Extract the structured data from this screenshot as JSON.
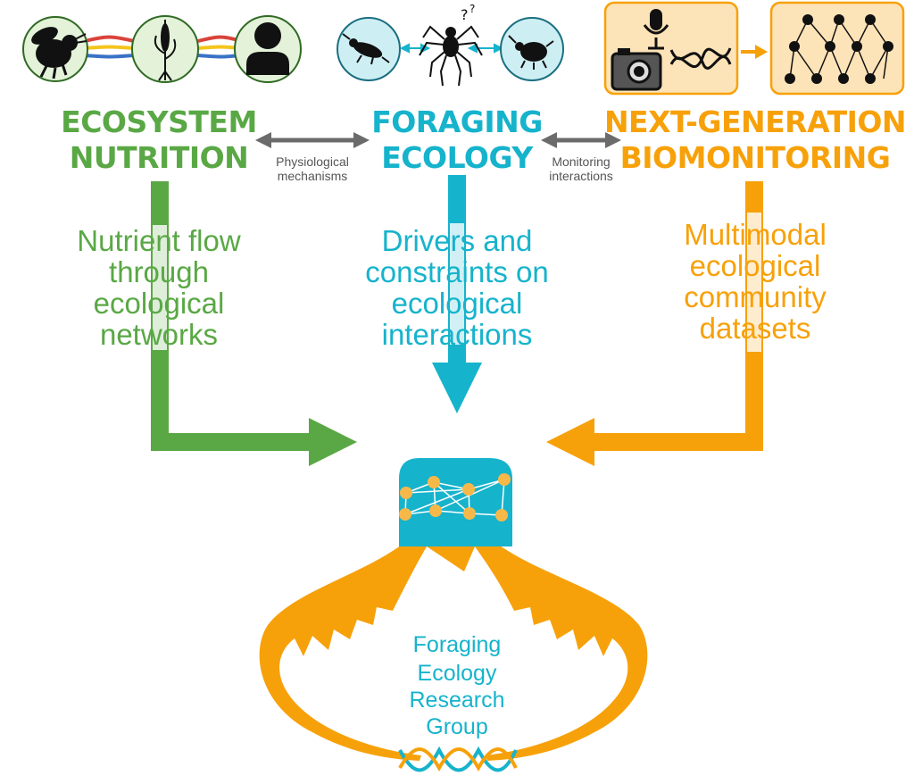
{
  "colors": {
    "green": "#5aa845",
    "blue": "#16b3cc",
    "orange": "#f7a10a",
    "grey_arrow": "#6b6b6b",
    "icon_green_bg": "#e3f2d9",
    "icon_blue_bg": "#cdeff4",
    "icon_orange_bg": "#fde3b8"
  },
  "columns": {
    "ecosystem": {
      "title_line1": "ECOSYSTEM",
      "title_line2": "NUTRITION",
      "desc": [
        "Nutrient flow",
        "through",
        "ecological",
        "networks"
      ],
      "icons": [
        "bee-icon",
        "wheat-icon",
        "person-icon"
      ]
    },
    "foraging": {
      "title_line1": "FORAGING",
      "title_line2": "ECOLOGY",
      "desc": [
        "Drivers and",
        "constraints on",
        "ecological",
        "interactions"
      ],
      "icons": [
        "beetle-icon",
        "spider-icon",
        "aphid-icon"
      ]
    },
    "biomonitoring": {
      "title_line1": "NEXT-GENERATION",
      "title_line2": "BIOMONITORING",
      "desc": [
        "Multimodal",
        "ecological",
        "community",
        "datasets"
      ],
      "icons": [
        "microphone-icon",
        "camera-icon",
        "dna-icon",
        "neural-network-icon"
      ]
    }
  },
  "links": {
    "left": [
      "Physiological",
      "mechanisms"
    ],
    "right": [
      "Monitoring",
      "interactions"
    ]
  },
  "logo": {
    "text": [
      "Foraging",
      "Ecology",
      "Research",
      "Group"
    ],
    "icons": [
      "network-icon",
      "mandibles-icon",
      "dna-helix-icon"
    ]
  }
}
